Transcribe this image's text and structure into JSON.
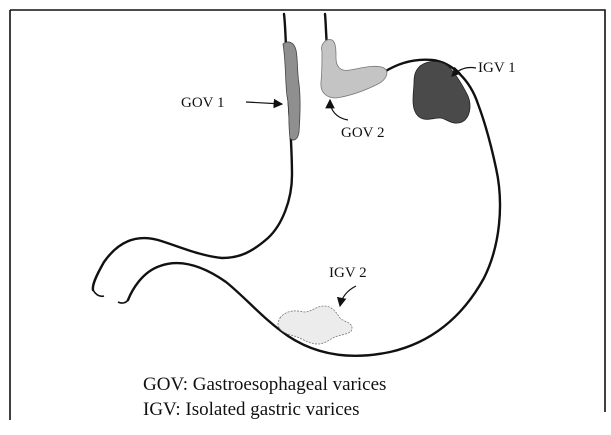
{
  "labels": {
    "gov1": "GOV 1",
    "gov2": "GOV 2",
    "igv1": "IGV 1",
    "igv2": "IGV 2"
  },
  "legend": {
    "line1": "GOV: Gastroesophageal varices",
    "line2": "IGV: Isolated gastric varices"
  },
  "colors": {
    "outline": "#111111",
    "gov1_fill": "#8f8f8f",
    "gov2_fill": "#c4c4c4",
    "igv1_fill": "#4a4a4a",
    "igv2_fill": "#ececec"
  },
  "border": "present"
}
